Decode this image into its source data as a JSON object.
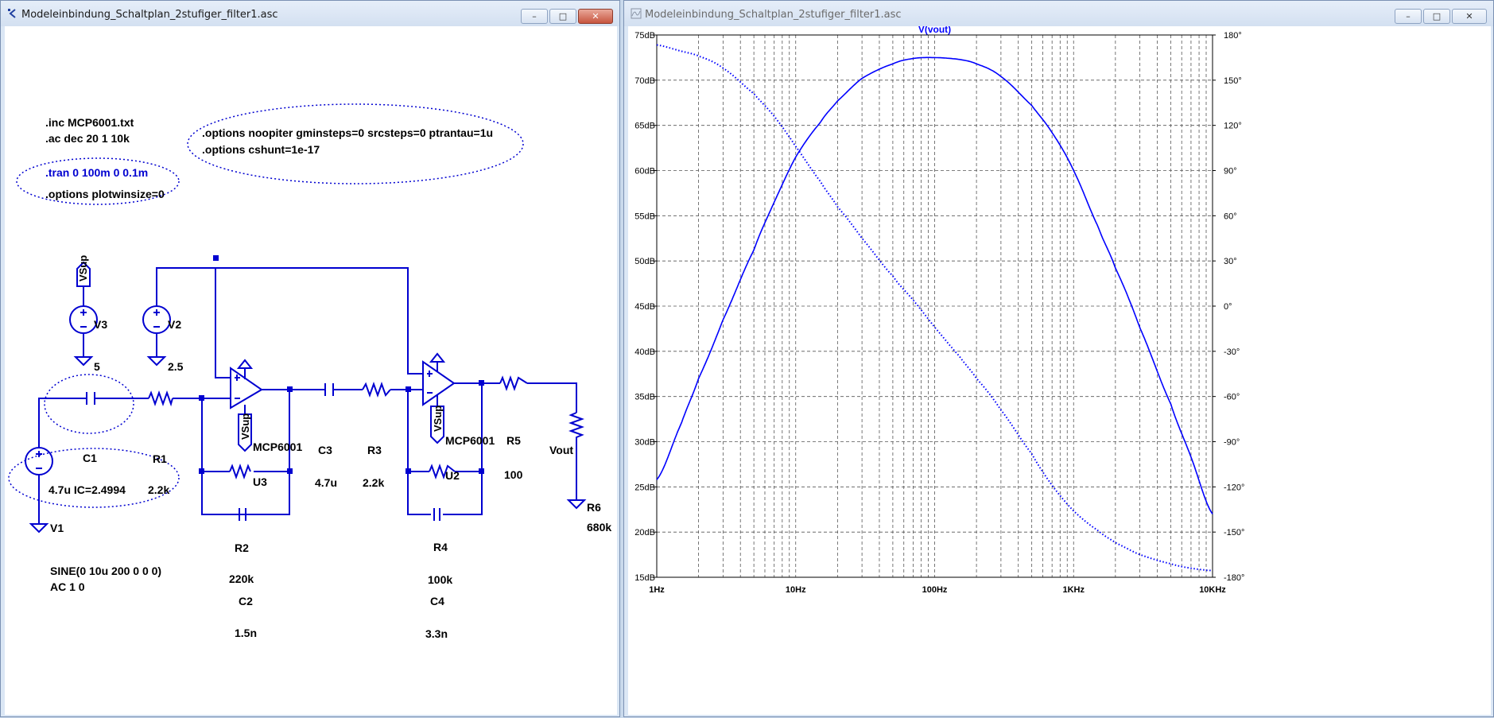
{
  "schematic_window": {
    "title": "Modeleinbindung_Schaltplan_2stufiger_filter1.asc",
    "controls": {
      "minimize": "–",
      "maximize": "□",
      "close": "✕"
    },
    "directives": {
      "inc": ".inc MCP6001.txt",
      "ac": ".ac dec 20 1 10k",
      "tran": ".tran 0 100m 0 0.1m",
      "plotwinsize": ".options plotwinsize=0",
      "options1": ".options noopiter gminsteps=0 srcsteps=0 ptrantau=1u",
      "options2": ".options cshunt=1e-17"
    },
    "components": {
      "v3": {
        "name": "V3",
        "value": "5",
        "flag": "VSup"
      },
      "v2": {
        "name": "V2",
        "value": "2.5"
      },
      "v1": {
        "name": "V1",
        "value1": "SINE(0 10u 200 0 0 0)",
        "value2": "AC 1 0"
      },
      "c1": {
        "name": "C1",
        "value": "4.7u IC=2.4994"
      },
      "r1": {
        "name": "R1",
        "value": "2.2k"
      },
      "u3": {
        "name": "U3",
        "model": "MCP6001",
        "flag": "VSup"
      },
      "r2": {
        "name": "R2",
        "value": "220k"
      },
      "c2": {
        "name": "C2",
        "value": "1.5n"
      },
      "c3": {
        "name": "C3",
        "value": "4.7u"
      },
      "r3": {
        "name": "R3",
        "value": "2.2k"
      },
      "u2": {
        "name": "U2",
        "model": "MCP6001",
        "flag": "VSup"
      },
      "r4": {
        "name": "R4",
        "value": "100k"
      },
      "c4": {
        "name": "C4",
        "value": "3.3n"
      },
      "r5": {
        "name": "R5",
        "value": "100"
      },
      "r6": {
        "name": "R6",
        "value": "680k"
      },
      "vout": {
        "label": "Vout"
      }
    },
    "colors": {
      "wire": "#0000d0",
      "text": "#000000",
      "directive": "#0000d0"
    }
  },
  "plot_window": {
    "title": "Modeleinbindung_Schaltplan_2stufiger_filter1.asc",
    "controls": {
      "minimize": "–",
      "maximize": "□",
      "close": "✕"
    }
  },
  "chart_data": {
    "type": "line",
    "title": "V(vout)",
    "x_scale": "log",
    "xlim": [
      1,
      10000
    ],
    "x_ticks": [
      "1Hz",
      "10Hz",
      "100Hz",
      "1KHz",
      "10KHz"
    ],
    "ylim_left": [
      15,
      75
    ],
    "y_ticks_left": [
      "75dB",
      "70dB",
      "65dB",
      "60dB",
      "55dB",
      "50dB",
      "45dB",
      "40dB",
      "35dB",
      "30dB",
      "25dB",
      "20dB",
      "15dB"
    ],
    "ylim_right": [
      -180,
      180
    ],
    "y_ticks_right": [
      "180°",
      "150°",
      "120°",
      "90°",
      "60°",
      "30°",
      "0°",
      "-30°",
      "-60°",
      "-90°",
      "-120°",
      "-150°",
      "-180°"
    ],
    "grid": true,
    "color": "#0000ff",
    "series": [
      {
        "kind": "magnitude",
        "style": "solid",
        "x": [
          1,
          1.5,
          2,
          3,
          5,
          7,
          10,
          15,
          20,
          30,
          50,
          70,
          100,
          150,
          200,
          300,
          500,
          700,
          1000,
          1500,
          2000,
          3000,
          5000,
          7000,
          10000
        ],
        "y": [
          25.8,
          32,
          37,
          43.5,
          51.2,
          56.5,
          61.5,
          65.3,
          67.7,
          70.2,
          71.8,
          72.4,
          72.5,
          72.3,
          71.8,
          70.4,
          67.2,
          64.2,
          60,
          53.8,
          49.2,
          42.6,
          34.2,
          28.3,
          22
        ]
      },
      {
        "kind": "phase",
        "style": "dotted",
        "x": [
          1,
          1.5,
          2,
          3,
          5,
          7,
          10,
          15,
          20,
          30,
          50,
          70,
          100,
          150,
          200,
          300,
          500,
          700,
          1000,
          1500,
          2000,
          3000,
          5000,
          7000,
          10000
        ],
        "y": [
          173.4,
          169.3,
          166,
          158,
          141,
          126,
          106,
          83,
          66,
          45,
          20,
          4,
          -14,
          -33,
          -48,
          -69,
          -98,
          -119,
          -136,
          -149,
          -157,
          -165,
          -171,
          -174,
          -175.6
        ]
      }
    ]
  }
}
